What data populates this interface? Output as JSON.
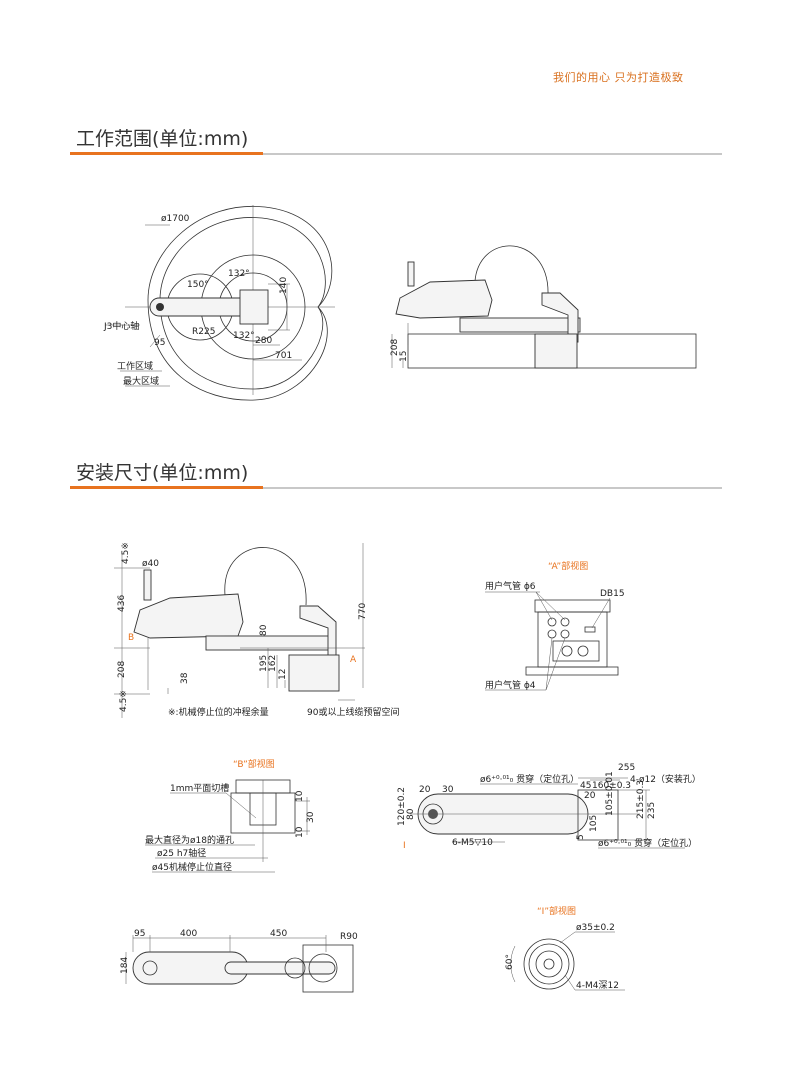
{
  "header": {
    "tagline": "我们的用心  只为打造极致"
  },
  "sections": [
    {
      "title": "工作范围(单位:mm)"
    },
    {
      "title": "安装尺寸(单位:mm)"
    }
  ],
  "colors": {
    "accent": "#e8731f",
    "rule": "#c8c8c8"
  },
  "work_range": {
    "diameter": "ø1700",
    "angle_j1": "150°",
    "angle_j2_top": "132°",
    "angle_j2_bottom": "132°",
    "dim_140": "140",
    "r225": "R225",
    "dim_280": "280",
    "dim_701": "701",
    "dim_95": "95",
    "j3_axis": "J3中心轴",
    "work_area": "工作区域",
    "max_area": "最大区域",
    "side_208": "208",
    "side_15": "15"
  },
  "install": {
    "side": {
      "d45_top": "4.5※",
      "d40": "ø40",
      "d436": "436",
      "label_b": "B",
      "d208": "208",
      "d45_bottom": "4.5※",
      "d38": "38",
      "d80": "80",
      "d195": "195",
      "d162": "162",
      "d12": "12",
      "label_a": "A",
      "d770": "770",
      "note_stroke": "※:机械停止位的冲程余量",
      "note_cable": "90或以上线缆预留空间"
    },
    "view_a": {
      "title": "“A”部视图",
      "air6": "用户气管 ϕ6",
      "db15": "DB15",
      "air4": "用户气管 ϕ4"
    },
    "view_b": {
      "title": "“B”部视图",
      "flat_cut": "1mm平面切槽",
      "d10a": "10",
      "d30": "30",
      "d10b": "10",
      "through_hole": "最大直径为ø18的通孔",
      "shaft": "ø25 h7轴径",
      "stop_dia": "ø45机械停止位直径"
    },
    "top": {
      "d20": "20",
      "d30": "30",
      "d1202": "120±0.2",
      "d80": "80",
      "label_i": "I",
      "m5": "6-M5▽10",
      "pin_top": "ø6⁺⁰·⁰¹₀ 贯穿（定位孔）",
      "d255": "255",
      "d45": "45",
      "d160": "160±0.3",
      "mount": "4-ø12（安装孔）",
      "d20b": "20",
      "d105v": "105±0.01",
      "d215": "215±0.3",
      "d235": "235",
      "d105": "105",
      "d5": "5",
      "pin_bottom": "ø6⁺⁰·⁰¹₀ 贯穿（定位孔）"
    },
    "plan": {
      "d95": "95",
      "d400": "400",
      "d450": "450",
      "r90": "R90",
      "d184": "184"
    },
    "view_i": {
      "title": "“I”部视图",
      "dia": "ø35±0.2",
      "angle": "60°",
      "thread": "4-M4深12"
    }
  }
}
